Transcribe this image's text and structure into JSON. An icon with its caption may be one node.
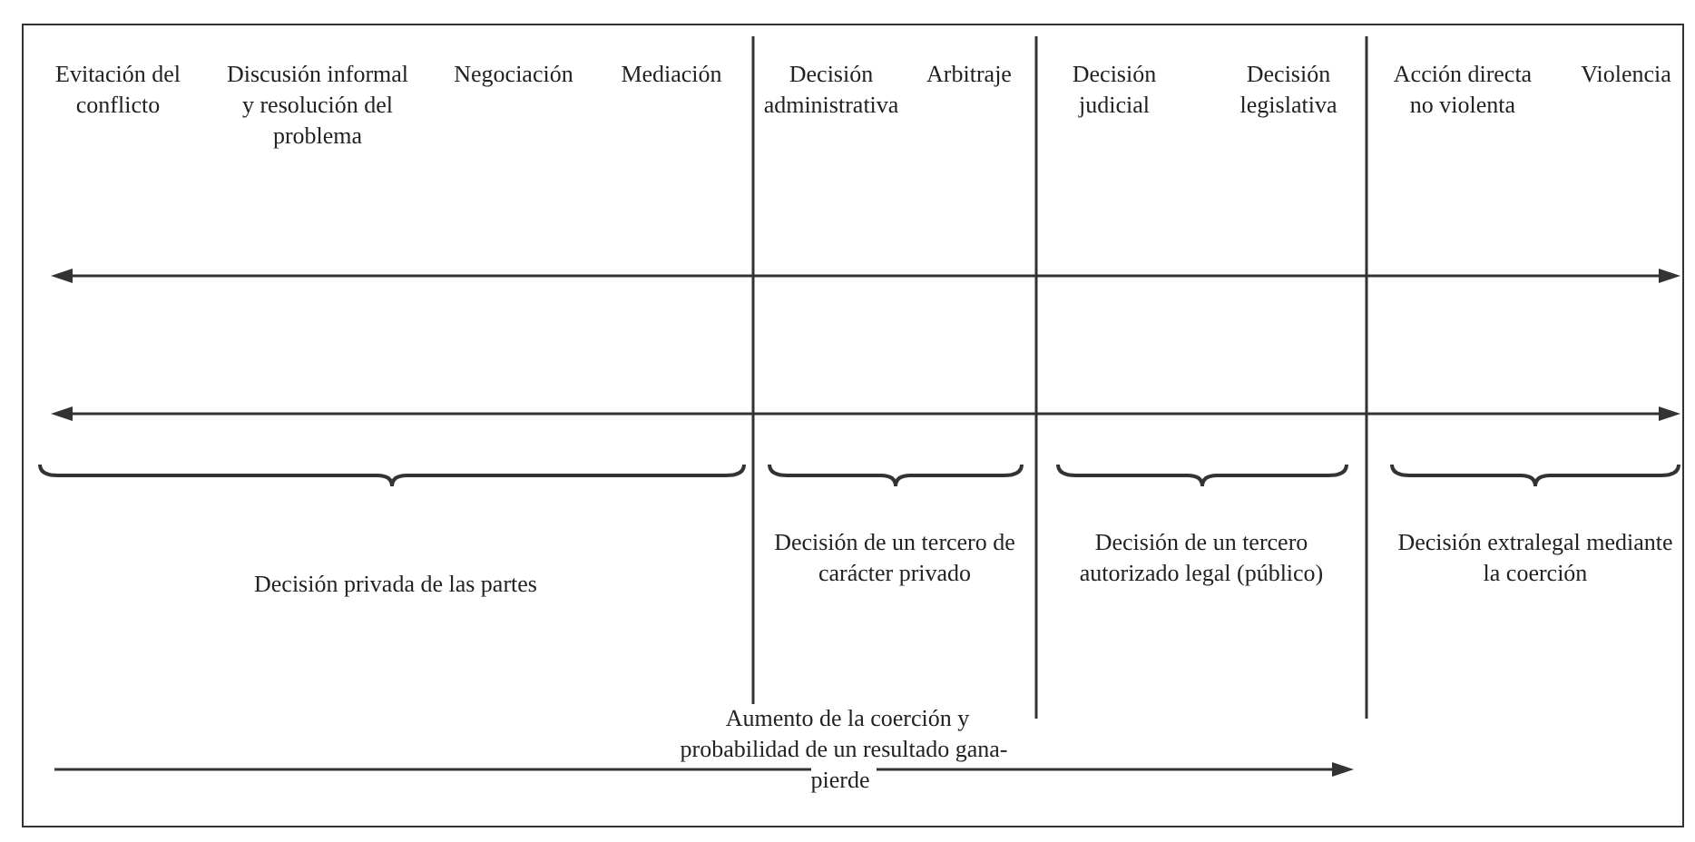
{
  "diagram": {
    "labels": [
      "Evitación del conflicto",
      "Discusión informal y resolución del problema",
      "Negociación",
      "Mediación",
      "Decisión administrativa",
      "Arbitraje",
      "Decisión judicial",
      "Decisión legislativa",
      "Acción directa no violenta",
      "Violencia",
      "Decisión privada de las partes",
      "Decisión de un tercero de carácter privado",
      "Decisión de un tercero autorizado legal (público)",
      "Decisión extralegal mediante la coerción",
      "Aumento de la coerción y probabilidad de un resultado gana-pierde"
    ]
  }
}
